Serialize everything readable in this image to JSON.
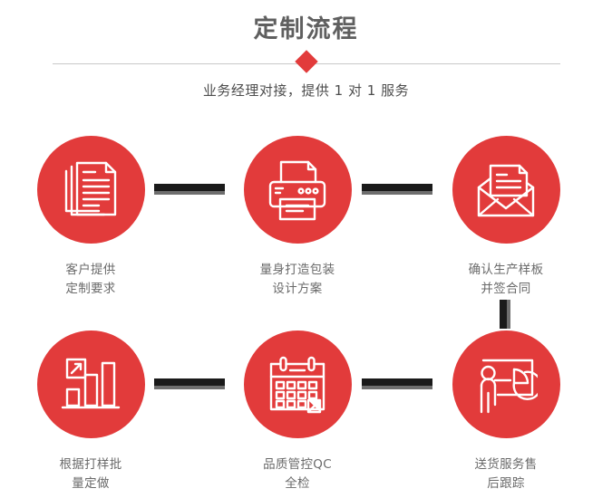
{
  "header": {
    "title": "定制流程",
    "subtitle": "业务经理对接，提供 1 对 1 服务",
    "divider_icon": "diamond-icon",
    "accent_color": "#e23b3b",
    "title_color": "#5f5f5f",
    "line_color": "#c9c9c9"
  },
  "steps": [
    {
      "index": "1",
      "icon": "documents-stack-icon",
      "label": "客户提供\n定制要求"
    },
    {
      "index": "2",
      "icon": "printer-icon",
      "label": "量身打造包装\n设计方案"
    },
    {
      "index": "3",
      "icon": "envelope-letter-icon",
      "label": "确认生产样板\n并签合同"
    },
    {
      "index": "4",
      "icon": "bar-chart-growth-icon",
      "label": "根据打样批\n量定做"
    },
    {
      "index": "5",
      "icon": "calendar-check-icon",
      "label": "品质管控QC\n全检"
    },
    {
      "index": "6",
      "icon": "presenter-pie-chart-icon",
      "label": "送货服务售\n后跟踪"
    }
  ],
  "connectors": {
    "bar_color": "#1a1a1a",
    "shadow_color": "#6e6e6e"
  }
}
